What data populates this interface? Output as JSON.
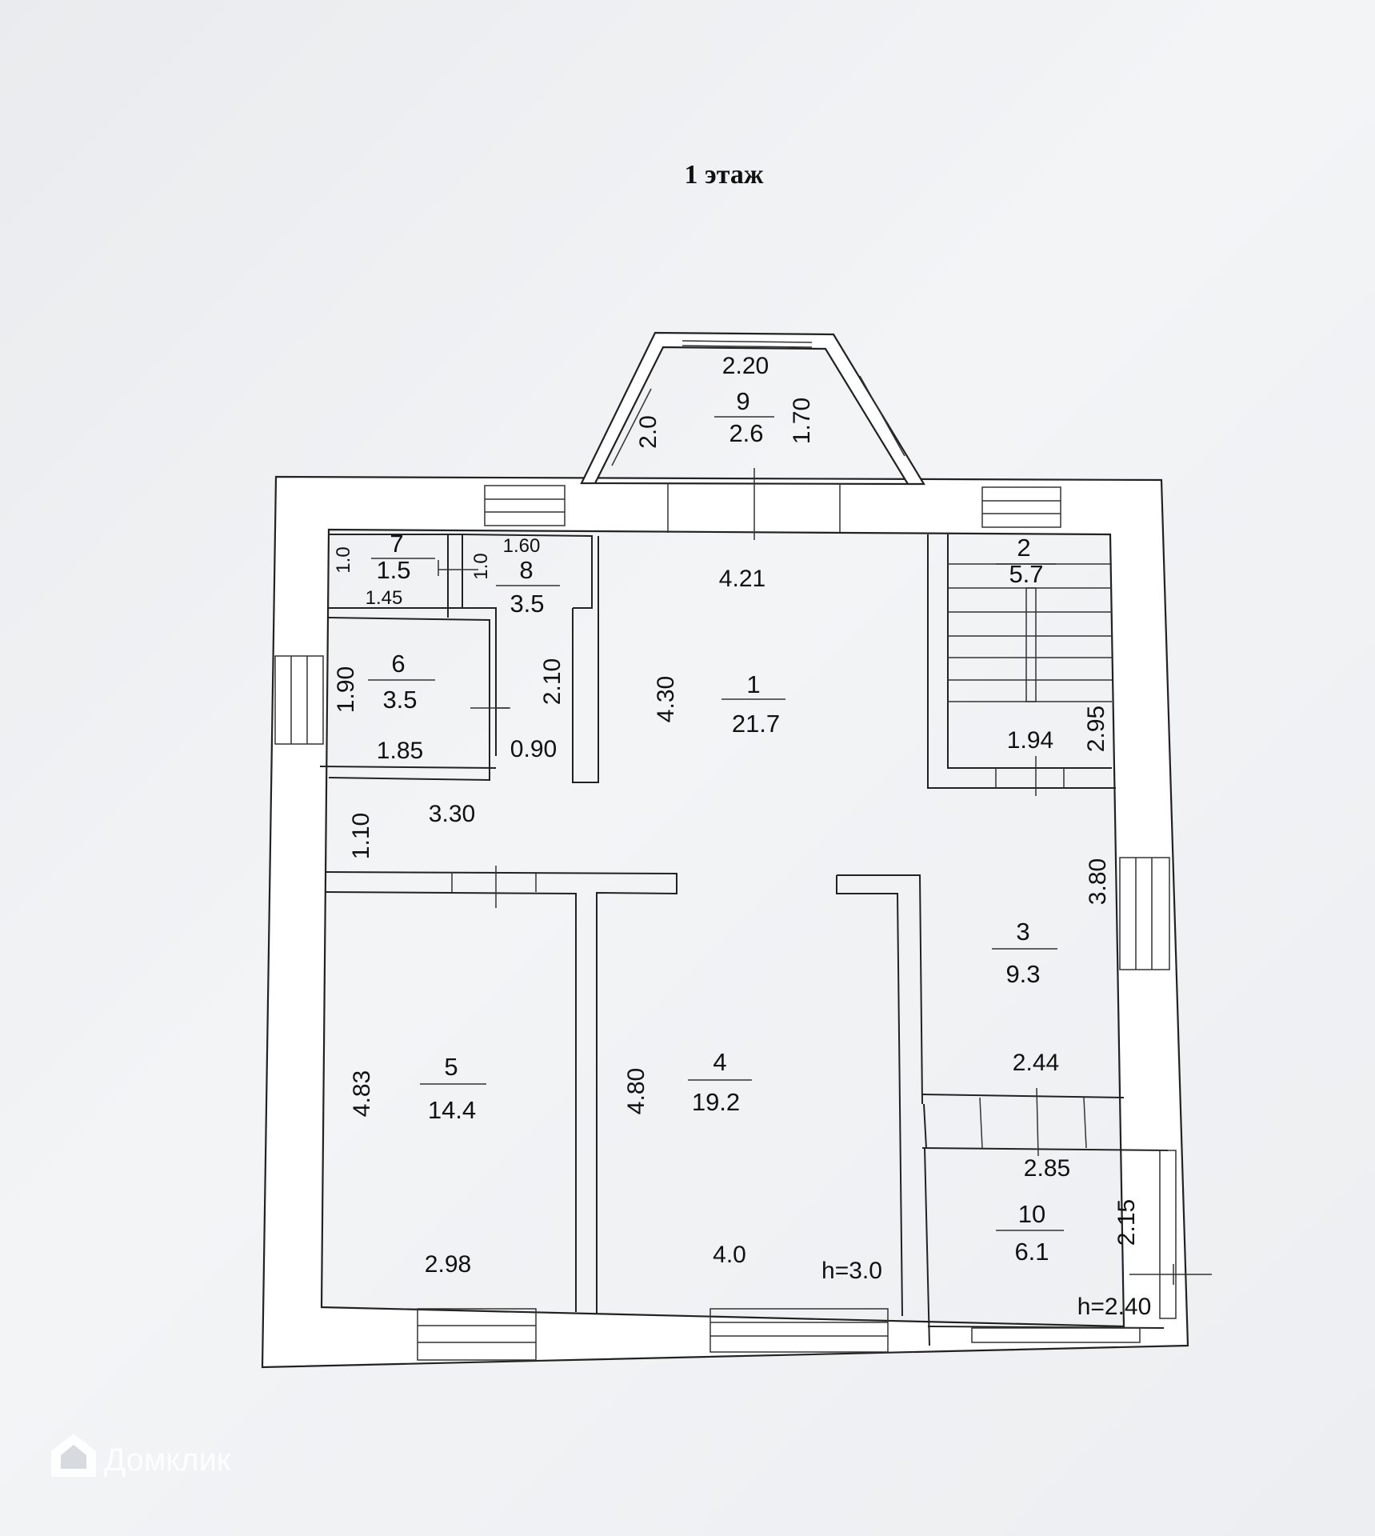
{
  "title": "1 этаж",
  "watermark": {
    "brand": "Домклик",
    "icon": "house-icon"
  },
  "rooms": [
    {
      "id": "1",
      "number": "1",
      "area": "21.7"
    },
    {
      "id": "2",
      "number": "2",
      "area": "5.7"
    },
    {
      "id": "3",
      "number": "3",
      "area": "9.3"
    },
    {
      "id": "4",
      "number": "4",
      "area": "19.2"
    },
    {
      "id": "5",
      "number": "5",
      "area": "14.4"
    },
    {
      "id": "6",
      "number": "6",
      "area": "3.5"
    },
    {
      "id": "7",
      "number": "7",
      "area": "1.5"
    },
    {
      "id": "8",
      "number": "8",
      "area": "3.5"
    },
    {
      "id": "9",
      "number": "9",
      "area": "2.6"
    },
    {
      "id": "10",
      "number": "10",
      "area": "6.1"
    }
  ],
  "dimensions": {
    "bay_top": "2.20",
    "bay_left": "2.0",
    "bay_right": "1.70",
    "r1_width": "4.21",
    "r1_height": "4.30",
    "r7_height": "1.0",
    "r7_width": "1.45",
    "r8_width": "1.60",
    "r8_height": "1.0",
    "r6_height": "1.90",
    "r6_width": "1.85",
    "corridor_height": "2.10",
    "door_width": "0.90",
    "hall_width": "3.30",
    "hall_height": "1.10",
    "r2_width": "1.94",
    "r2_height": "2.95",
    "r3_height": "3.80",
    "r3_width": "2.44",
    "r5_height": "4.83",
    "r5_width": "2.98",
    "r4_height": "4.80",
    "r4_width": "4.0",
    "r4_ceiling": "h=3.0",
    "r10_width": "2.85",
    "r10_height": "2.15",
    "r10_ceiling": "h=2.40"
  }
}
